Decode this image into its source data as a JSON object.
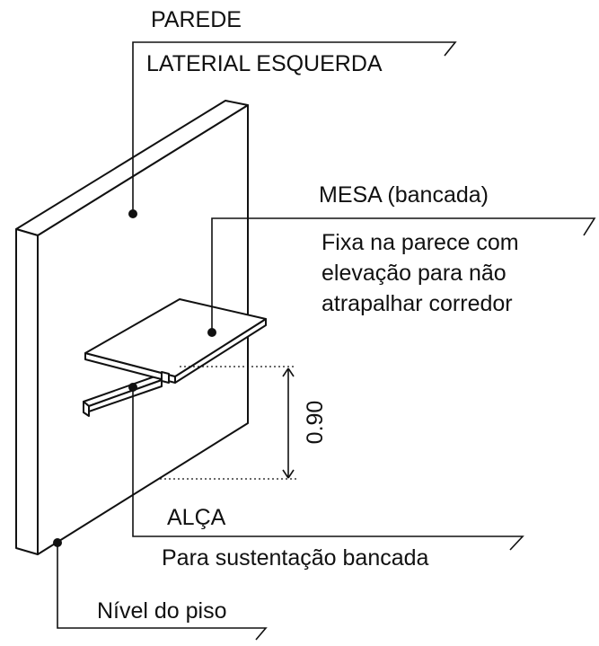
{
  "labels": {
    "parede_title": "PAREDE",
    "parede_sub": "LATERIAL ESQUERDA",
    "mesa_title": "MESA (bancada)",
    "mesa_desc_1": "Fixa na parece com",
    "mesa_desc_2": "elevação para não",
    "mesa_desc_3": "atrapalhar corredor",
    "dimension": "0.90",
    "alca_title": "ALÇA",
    "alca_desc": "Para sustentação bancada",
    "floor": "Nível do piso"
  },
  "colors": {
    "ink": "#111111",
    "surface": "#ffffff"
  }
}
